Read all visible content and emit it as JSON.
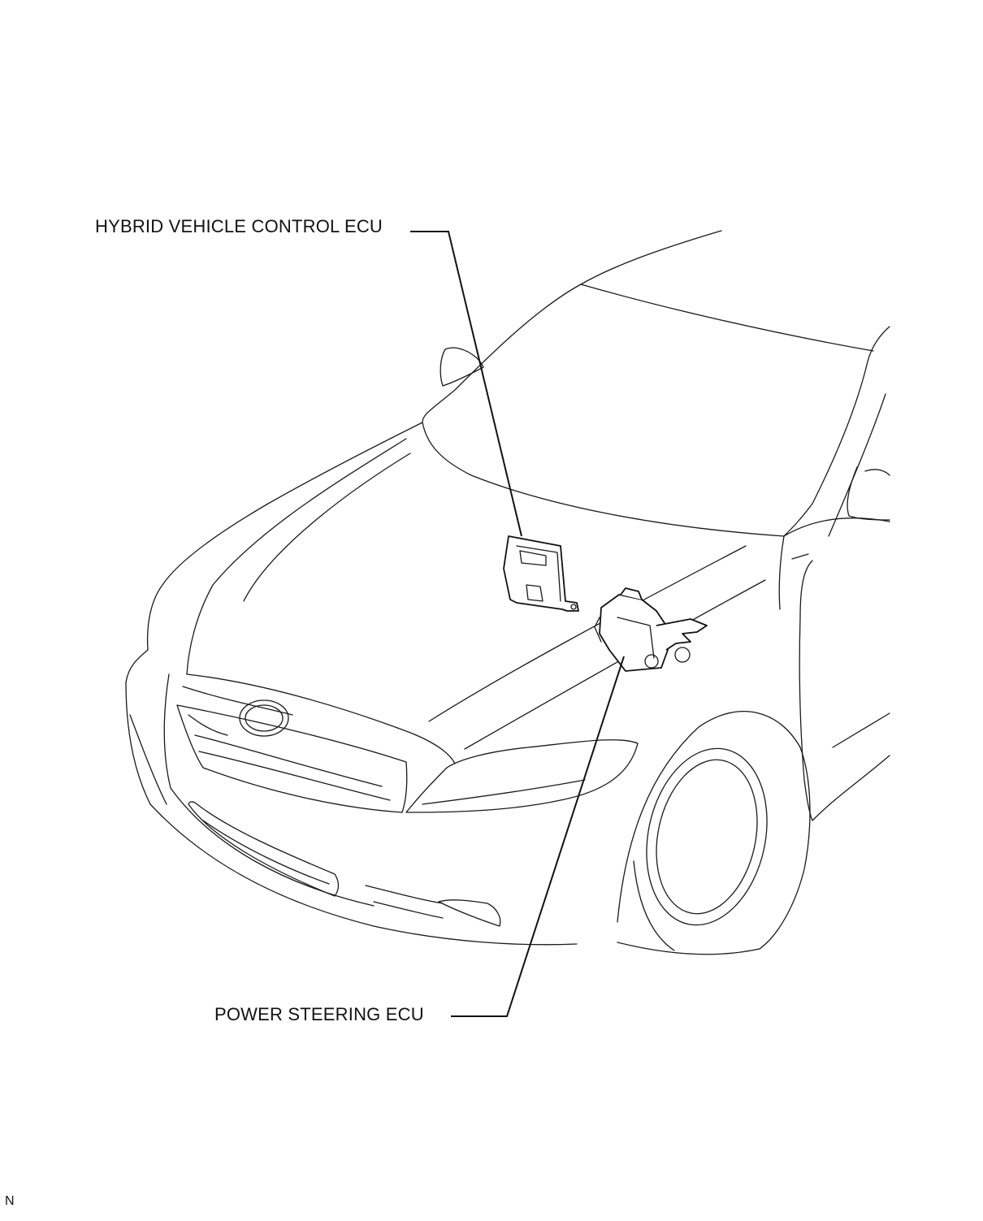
{
  "labels": {
    "hybrid_vehicle_control_ecu": "HYBRID VEHICLE CONTROL ECU",
    "power_steering_ecu": "POWER STEERING ECU"
  },
  "figure_code": "N",
  "colors": {
    "line": "#1a1a1a",
    "background": "#ffffff"
  }
}
